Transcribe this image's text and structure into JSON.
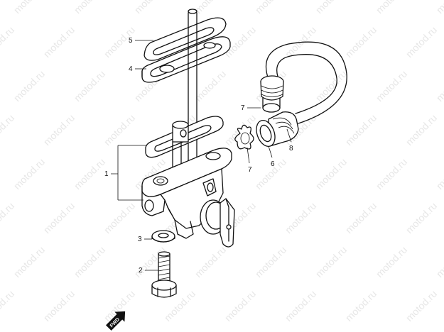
{
  "watermark": {
    "text": "motod.ru",
    "color": "#e7e7e7"
  },
  "fwd_label": "FWD",
  "callouts": {
    "c1": "1",
    "c2": "2",
    "c3": "3",
    "c4": "4",
    "c5": "5",
    "c6": "6",
    "c7a": "7",
    "c7b": "7",
    "c8": "8"
  },
  "colors": {
    "line": "#111111",
    "background": "#ffffff"
  }
}
